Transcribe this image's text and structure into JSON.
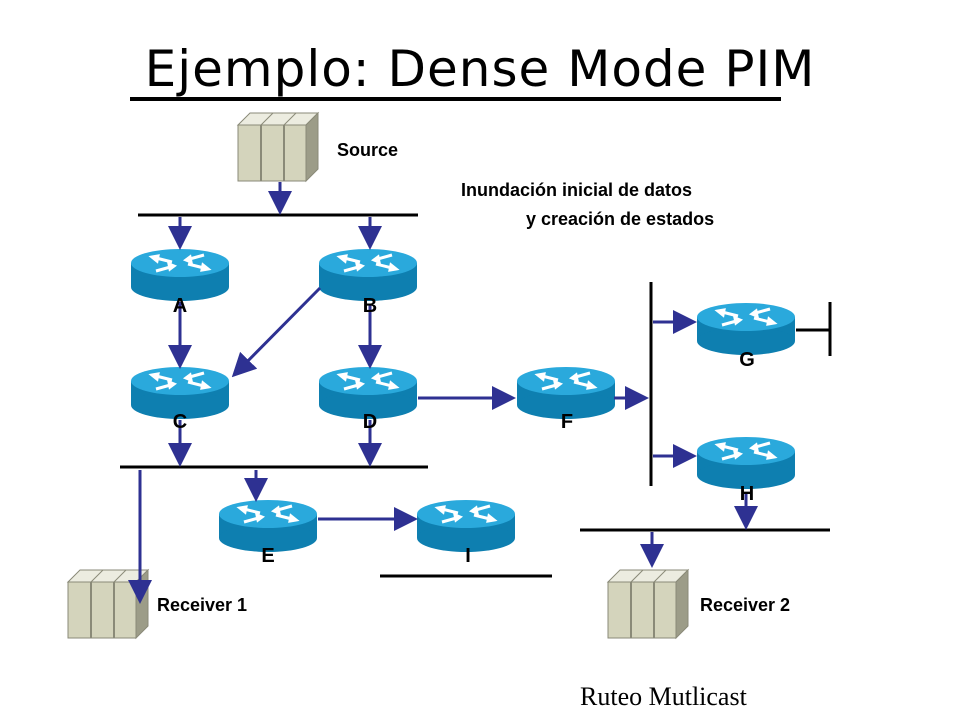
{
  "title": "Ejemplo: Dense Mode PIM",
  "source_label": "Source",
  "annotation": {
    "line1": "Inundación inicial de datos",
    "line2": "y creación de estados"
  },
  "routers": [
    "A",
    "B",
    "C",
    "D",
    "E",
    "F",
    "G",
    "H",
    "I"
  ],
  "receivers": {
    "r1": "Receiver 1",
    "r2": "Receiver 2"
  },
  "footer": "Ruteo Mutlicast",
  "colors": {
    "router_body": "#1b9ac9",
    "arrow": "#2e3192",
    "host": "#d4d4bc"
  }
}
